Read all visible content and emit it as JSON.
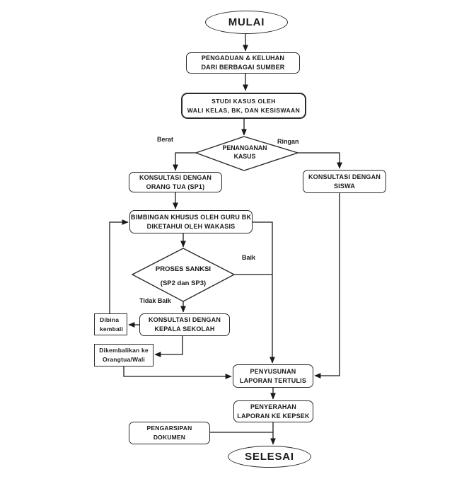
{
  "diagram": {
    "nodes": {
      "mulai": {
        "label": "MULAI",
        "shape": "terminator"
      },
      "pengaduan": {
        "label": "PENGADUAN & KELUHAN\nDARI BERBAGAI SUMBER",
        "shape": "process"
      },
      "studi_kasus": {
        "label": "STUDI KASUS OLEH\nWALI KELAS, BK, DAN KESISWAAN",
        "shape": "process"
      },
      "penanganan_kasus": {
        "label": "PENANGANAN\nKASUS",
        "shape": "decision"
      },
      "konsultasi_orangtua": {
        "label": "KONSULTASI DENGAN\nORANG TUA (SP1)",
        "shape": "process"
      },
      "konsultasi_siswa": {
        "label": "KONSULTASI DENGAN\nSISWA",
        "shape": "process"
      },
      "bimbingan_khusus": {
        "label": "BIMBINGAN KHUSUS OLEH GURU  BK\nDIKETAHUI OLEH WAKASIS",
        "shape": "process"
      },
      "proses_sanksi": {
        "label": "PROSES SANKSI\n(SP2 dan  SP3)",
        "shape": "decision"
      },
      "konsultasi_kepala": {
        "label": "KONSULTASI DENGAN\nKEPALA SEKOLAH",
        "shape": "process"
      },
      "dibina_kembali": {
        "label": "Dibina\nkembali",
        "shape": "rect"
      },
      "dikembalikan": {
        "label": "Dikembalikan  ke\nOrangtua/Wali",
        "shape": "rect"
      },
      "penyusunan": {
        "label": "PENYUSUNAN\nLAPORAN TERTULIS",
        "shape": "process"
      },
      "penyerahan": {
        "label": "PENYERAHAN\nLAPORAN KE KEPSEK",
        "shape": "process"
      },
      "pengarsipan": {
        "label": "PENGARSIPAN\nDOKUMEN",
        "shape": "process"
      },
      "selesai": {
        "label": "SELESAI",
        "shape": "terminator"
      }
    },
    "edge_labels": {
      "berat": "Berat",
      "ringan": "Ringan",
      "baik": "Baik",
      "tidak_baik": "Tidak Baik"
    },
    "colors": {
      "line": "#1a1a1a",
      "node_border": "#2a2a2a",
      "node_fill": "#ffffff",
      "background": "#ffffff",
      "text": "#1a1a1a"
    }
  }
}
